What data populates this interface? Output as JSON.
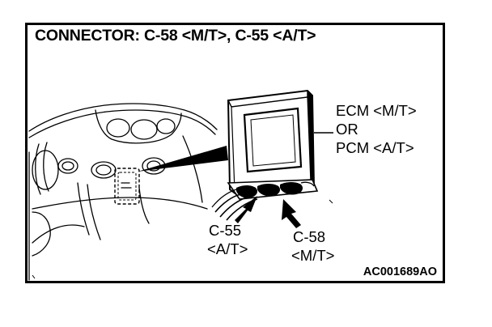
{
  "title": "CONNECTOR: C-58 <M/T>, C-55 <A/T>",
  "labels": {
    "unit_line1": "ECM <M/T>",
    "unit_line2": "OR",
    "unit_line3": "PCM <A/T>",
    "c55_name": "C-55",
    "c55_type": "<A/T>",
    "c58_name": "C-58",
    "c58_type": "<M/T>"
  },
  "figure_code": "AC001689AO",
  "colors": {
    "ink": "#000000",
    "paper": "#ffffff"
  }
}
